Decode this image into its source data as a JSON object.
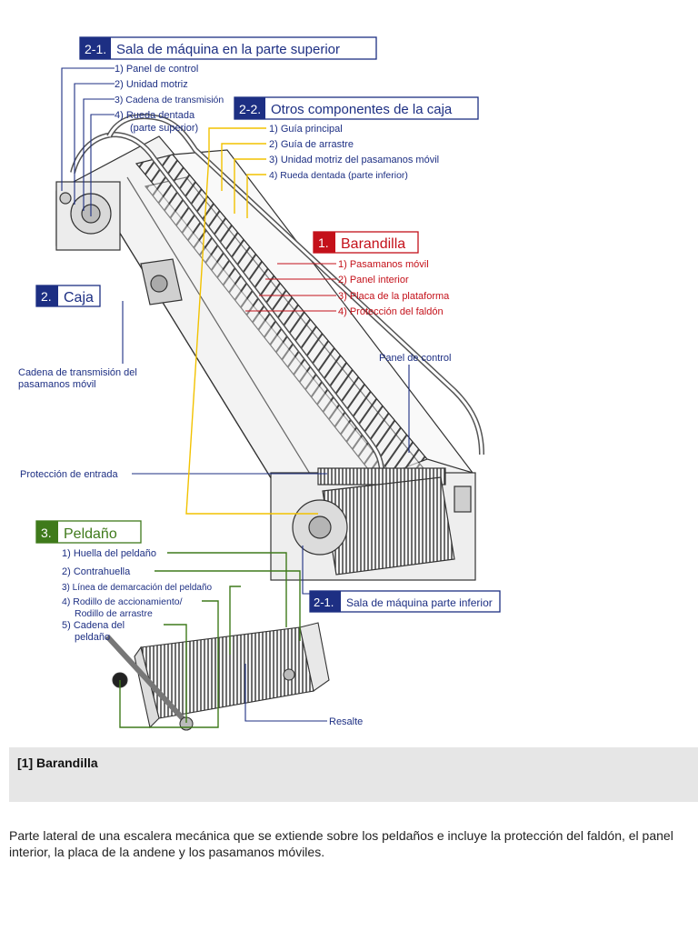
{
  "diagram": {
    "labels": {
      "sec21_top": {
        "num": "2-1.",
        "title": "Sala de máquina en la parte superior",
        "items": [
          "1)  Panel de control",
          "2)  Unidad motriz",
          "3)  Cadena de transmisión",
          "4)  Rueda dentada",
          "(parte superior)"
        ]
      },
      "sec22": {
        "num": "2-2.",
        "title": "Otros componentes de la caja",
        "items": [
          "1)  Guía principal",
          "2)  Guía de arrastre",
          "3)  Unidad motriz del pasamanos móvil",
          "4)  Rueda dentada (parte inferior)"
        ]
      },
      "sec1": {
        "num": "1.",
        "title": "Barandilla",
        "items": [
          "1)  Pasamanos móvil",
          "2)  Panel interior",
          "3)  Placa de la plataforma",
          "4)  Protección del faldón"
        ]
      },
      "sec2": {
        "num": "2.",
        "title": "Caja"
      },
      "cadena": [
        "Cadena de transmisión del",
        "pasamanos móvil"
      ],
      "panel_control": "Panel de control",
      "proteccion_entrada": "Protección de entrada",
      "sec3": {
        "num": "3.",
        "title": "Peldaño",
        "items": [
          "1)  Huella del peldaño",
          "2)  Contrahuella",
          "3)  Línea de demarcación del peldaño",
          "4)  Rodillo de accionamiento/",
          "Rodillo de arrastre",
          "5)  Cadena del",
          "peldaño"
        ]
      },
      "sec21_bottom": {
        "num": "2-1.",
        "title": "Sala de máquina parte inferior"
      },
      "resalte": "Resalte"
    },
    "colors": {
      "blue": "#1d2f83",
      "red": "#c4111a",
      "green": "#3f7a1b",
      "yellow": "#f2c200"
    }
  },
  "section": {
    "title": "[1] Barandilla",
    "paragraph": "Parte lateral de una escalera mecánica que se extiende sobre los peldaños e incluye la protección del faldón, el panel interior, la placa de la andene y los pasamanos móviles."
  }
}
